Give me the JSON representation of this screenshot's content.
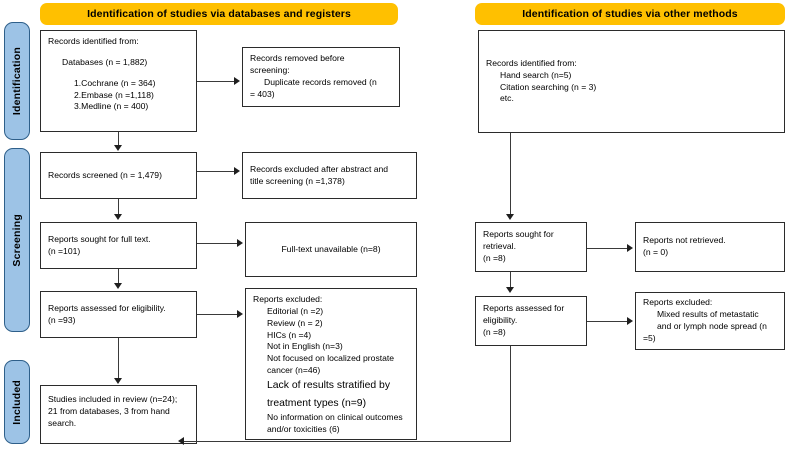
{
  "colors": {
    "header_yellow": "#ffc000",
    "phase_blue": "#9dc3e6",
    "phase_border": "#2e5f8a",
    "box_border": "#2b2b2b",
    "line": "#3a3a3a"
  },
  "phases": [
    {
      "label": "Identification"
    },
    {
      "label": "Screening"
    },
    {
      "label": "Included"
    }
  ],
  "headers": {
    "databases": "Identification of studies via databases and registers",
    "other_methods": "Identification of studies via other methods"
  },
  "databases_column": {
    "records_identified": {
      "title": "Records identified from:",
      "databases_line": "Databases (n = 1,882)",
      "sources": [
        "1.Cochrane (n = 364)",
        "2.Embase (n =1,118)",
        "3.Medline (n = 400)"
      ]
    },
    "records_removed": {
      "line1": "Records removed before",
      "line2": "screening:",
      "line3": "Duplicate records removed (n",
      "line4": "= 403)"
    },
    "records_screened": {
      "line1": "Records screened (n = 1,479)"
    },
    "records_excluded_screening": {
      "line1": "Records excluded after abstract and",
      "line2": "title screening (n =1,378)"
    },
    "reports_sought": {
      "line1": "Reports sought for full text.",
      "line2": "(n =101)"
    },
    "fulltext_unavailable": {
      "line1": "Full-text unavailable (n=8)"
    },
    "reports_assessed": {
      "line1": "Reports assessed for eligibility.",
      "line2": "(n =93)"
    },
    "reports_excluded": {
      "title": "Reports excluded:",
      "reasons": [
        "Editorial (n =2)",
        "Review (n = 2)",
        "HICs (n =4)",
        "Not in English (n=3)",
        "Not focused on localized prostate",
        "cancer (n=46)"
      ],
      "big_reason_line1": "Lack of results stratified by",
      "big_reason_line2": "treatment types (n=9)",
      "reasons_tail": [
        "No information on clinical outcomes",
        "and/or toxicities (6)"
      ]
    },
    "studies_included": {
      "line1": "Studies included in review (n=24);",
      "line2": "21 from databases, 3 from hand",
      "line3": "search."
    }
  },
  "other_methods_column": {
    "records_identified": {
      "title": "Records identified from:",
      "sources": [
        "Hand search (n=5)",
        "Citation searching (n = 3)",
        "etc."
      ]
    },
    "reports_sought": {
      "line1": "Reports sought for",
      "line2": "retrieval.",
      "line3": "(n =8)"
    },
    "reports_not_retrieved": {
      "line1": "Reports not retrieved.",
      "line2": "(n = 0)"
    },
    "reports_assessed": {
      "line1": "Reports assessed for",
      "line2": "eligibility.",
      "line3": "(n =8)"
    },
    "reports_excluded": {
      "title": "Reports excluded:",
      "reasons": [
        "Mixed results of metastatic",
        "and or lymph node spread (n",
        "=5)"
      ]
    }
  }
}
